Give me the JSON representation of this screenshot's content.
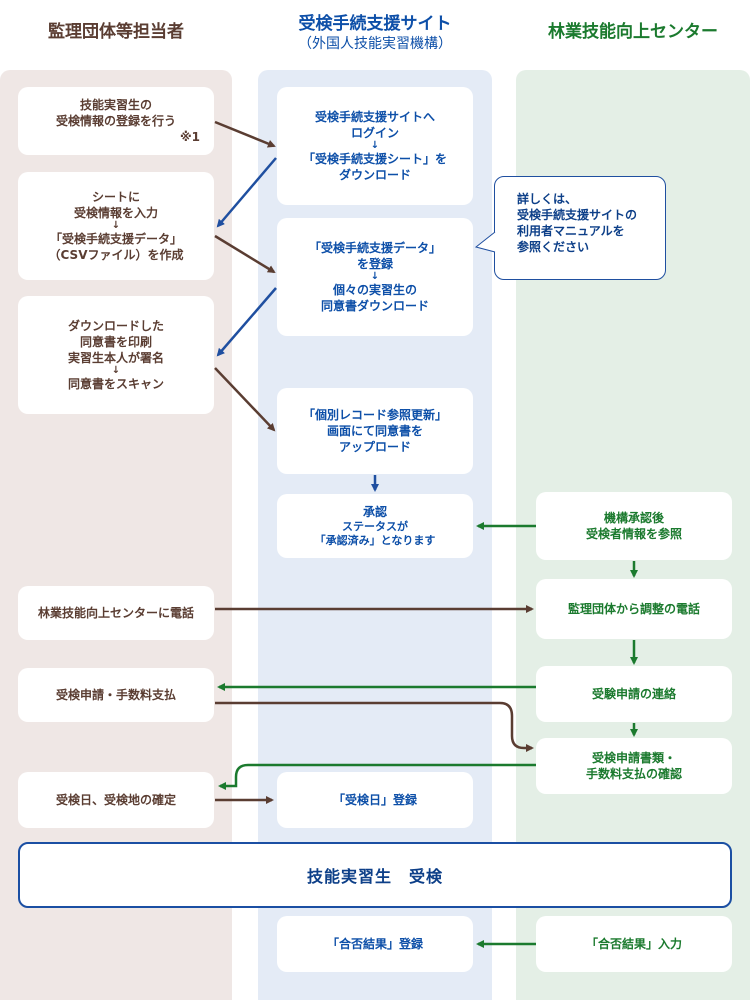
{
  "headers": {
    "left": "監理団体等担当者",
    "center_title": "受検手続支援サイト",
    "center_sub": "（外国人技能実習機構）",
    "right": "林業技能向上センター"
  },
  "colors": {
    "brown": "#5a3d32",
    "blue": "#0d4fa8",
    "green": "#1b7a2e",
    "lane_left": "#efe7e5",
    "lane_center": "#e4ebf6",
    "lane_right": "#e4efe6"
  },
  "left": {
    "b1": [
      "技能実習生の",
      "受検情報の登録を行う",
      "※1"
    ],
    "b2": [
      "シートに",
      "受検情報を入力",
      "↓",
      "「受検手続支援データ」",
      "（CSVファイル）を作成"
    ],
    "b3": [
      "ダウンロードした",
      "同意書を印刷",
      "実習生本人が署名",
      "↓",
      "同意書をスキャン"
    ],
    "b4": "林業技能向上センターに電話",
    "b5": "受検申請・手数料支払",
    "b6": "受検日、受検地の確定"
  },
  "center": {
    "c1": [
      "受検手続支援サイトへ",
      "ログイン",
      "↓",
      "「受検手続支援シート」を",
      "ダウンロード"
    ],
    "c2": [
      "「受検手続支援データ」",
      "を登録",
      "↓",
      "個々の実習生の",
      "同意書ダウンロード"
    ],
    "c3": [
      "「個別レコード参照更新」",
      "画面にて同意書を",
      "アップロード"
    ],
    "c4_title": "承認",
    "c4_lines": [
      "ステータスが",
      "「承認済み」となります"
    ],
    "c5": "「受検日」登録",
    "c6": "「合否結果」登録"
  },
  "note": [
    "詳しくは、",
    "受検手続支援サイトの",
    "利用者マニュアルを",
    "参照ください"
  ],
  "right": {
    "r1": [
      "機構承認後",
      "受検者情報を参照"
    ],
    "r2": "監理団体から調整の電話",
    "r3": "受験申請の連絡",
    "r4": [
      "受検申請書類・",
      "手数料支払の確認"
    ],
    "r5": "「合否結果」入力"
  },
  "exam": "技能実習生　受検"
}
